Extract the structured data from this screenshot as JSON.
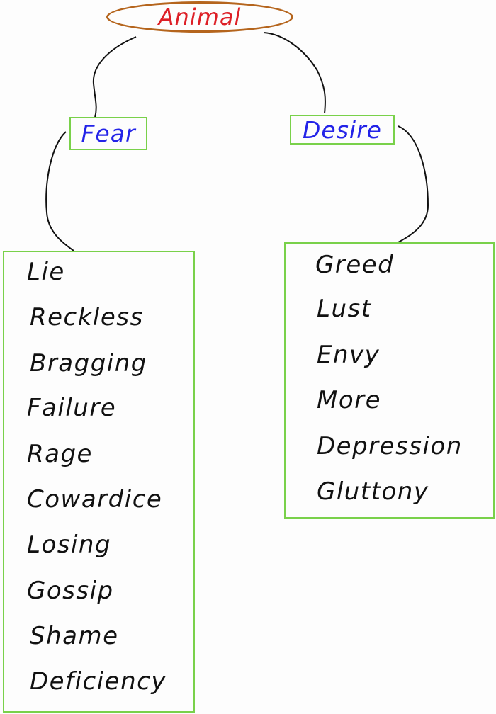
{
  "root": {
    "label": "Animal",
    "color": "#dd1f26",
    "border_color": "#b5651d"
  },
  "branches": [
    {
      "label": "Fear",
      "color": "#2323e8"
    },
    {
      "label": "Desire",
      "color": "#2323e8"
    }
  ],
  "box_border_color": "#79d14a",
  "lists": {
    "fear": [
      "Lie",
      "Reckless",
      "Bragging",
      "Failure",
      "Rage",
      "Cowardice",
      "Losing",
      "Gossip",
      "Shame",
      "Deficiency"
    ],
    "desire": [
      "Greed",
      "Lust",
      "Envy",
      "More",
      "Depression",
      "Gluttony"
    ]
  }
}
